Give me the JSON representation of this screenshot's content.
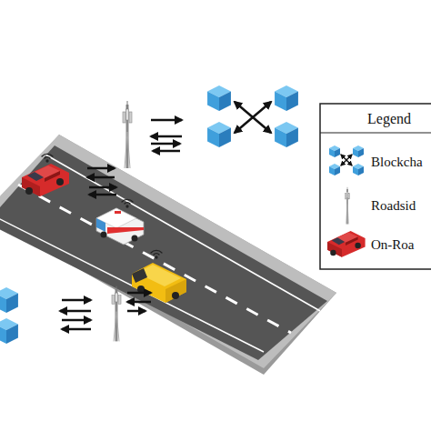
{
  "diagram": {
    "labels": [
      "Legend"
    ],
    "legend": [
      {
        "text": "Blockcha"
      },
      {
        "text": "Roadsid"
      },
      {
        "text": "On-Roa"
      }
    ]
  }
}
